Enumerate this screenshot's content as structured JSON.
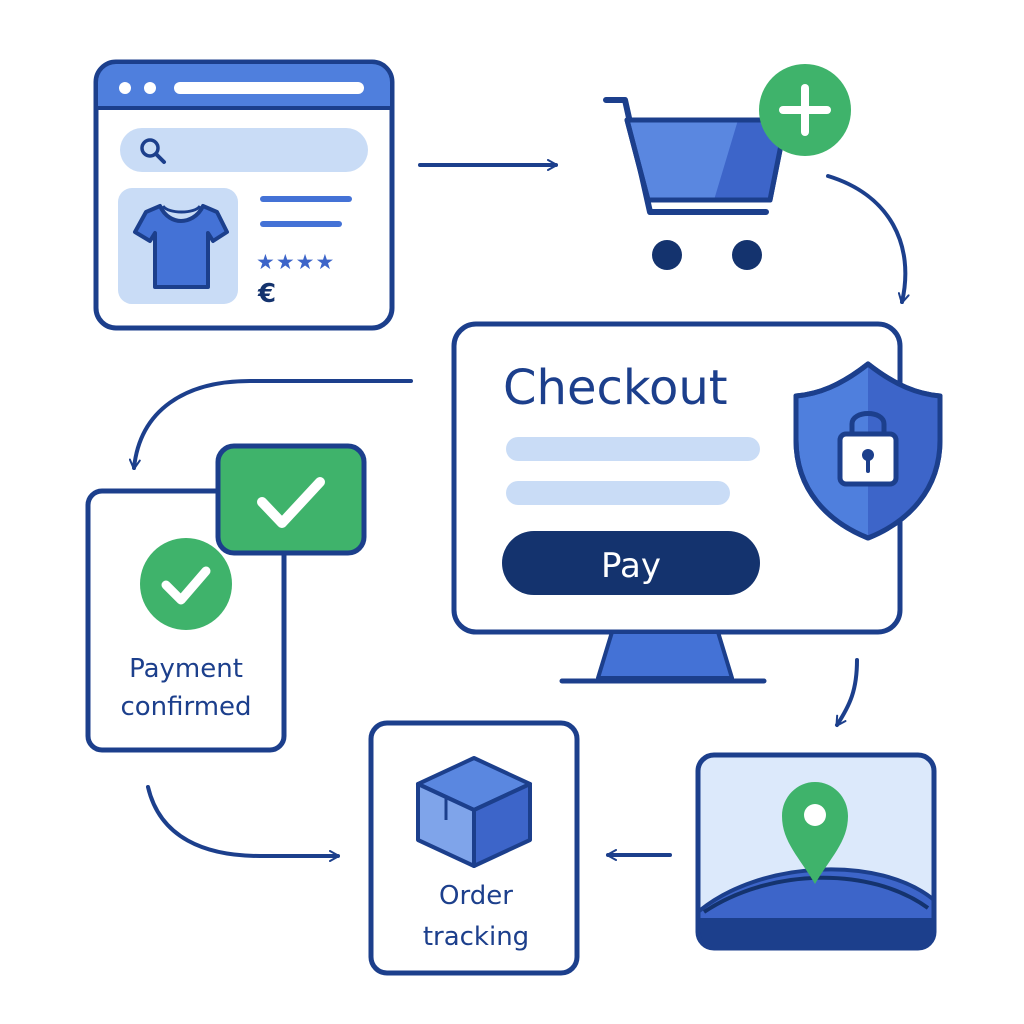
{
  "colors": {
    "navy": "#1c3f8c",
    "dark_navy": "#14336e",
    "blue": "#4472d6",
    "mid_blue": "#3d65c9",
    "light_blue": "#c9dcf6",
    "pale_blue": "#dce9fb",
    "green": "#3fb36b",
    "white": "#ffffff"
  },
  "icons": {
    "storefront": "product-listing-window-icon",
    "search": "search-icon",
    "product": "tshirt-icon",
    "rating": "star-rating-icon",
    "price": "euro-icon",
    "cart": "shopping-cart-icon",
    "add": "plus-icon",
    "security": "shield-lock-icon",
    "confirmation": "check-circle-icon",
    "order": "package-box-icon",
    "location": "map-pin-icon"
  },
  "product_card": {
    "currency": "€",
    "stars": "★★★★"
  },
  "checkout": {
    "title": "Checkout",
    "pay_label": "Pay"
  },
  "confirmation": {
    "line1": "Payment",
    "line2": "confirmed"
  },
  "tracking": {
    "line1": "Order",
    "line2": "tracking"
  }
}
